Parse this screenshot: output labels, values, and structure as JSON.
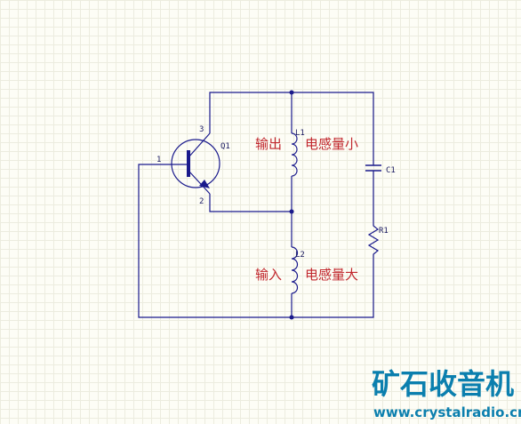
{
  "components": {
    "transistor": {
      "designator": "Q1",
      "pin_base": "1",
      "pin_collector": "3",
      "pin_emitter": "2"
    },
    "l1": {
      "designator": "L1",
      "note_left": "输出",
      "note_right": "电感量小"
    },
    "l2": {
      "designator": "L2",
      "note_left": "输入",
      "note_right": "电感量大"
    },
    "c1": {
      "designator": "C1"
    },
    "r1": {
      "designator": "R1"
    }
  },
  "watermark": {
    "title": "矿石收音机",
    "url": "www.crystalradio.cn"
  },
  "colors": {
    "wire": "#1a1a8c",
    "note": "#c1272d",
    "watermark": "#0b7fae",
    "grid": "#ececdf"
  }
}
